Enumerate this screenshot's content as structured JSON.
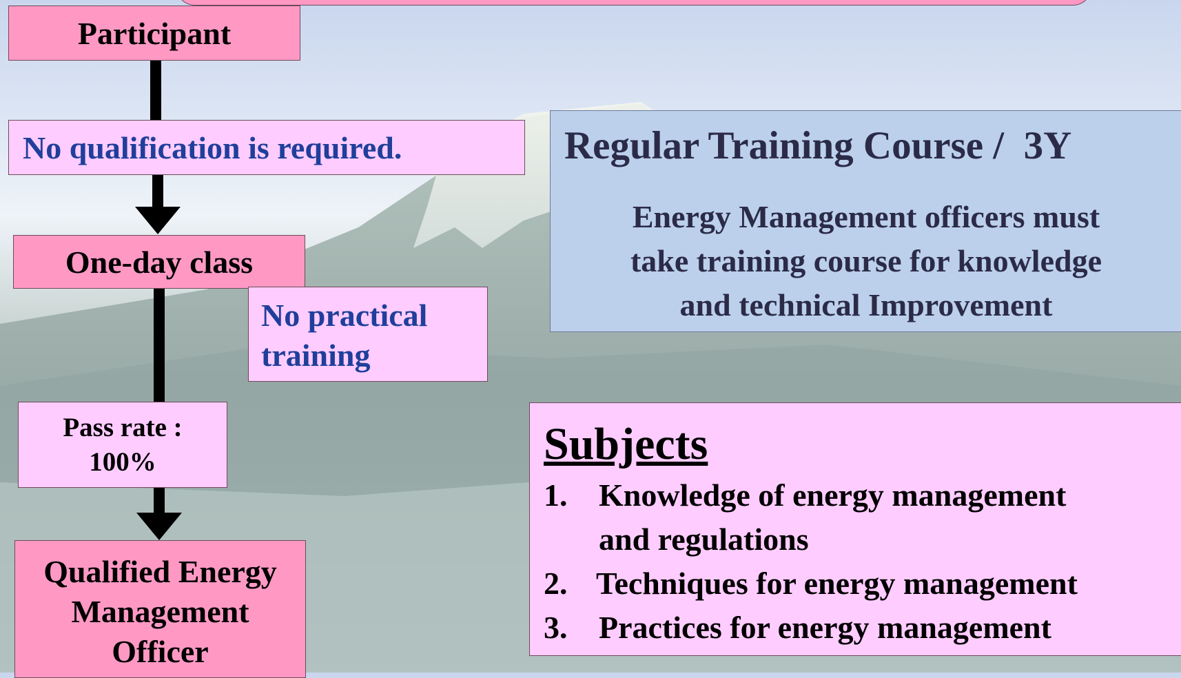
{
  "flow": {
    "participant": "Participant",
    "qualification_note": "No qualification is required.",
    "class_step": "One-day class",
    "training_note_line1": "No practical",
    "training_note_line2": "training",
    "pass_rate_line1": "Pass rate :",
    "pass_rate_line2": "100%",
    "result_line1": "Qualified Energy",
    "result_line2": "Management",
    "result_line3": "Officer"
  },
  "course": {
    "title": "Regular Training Course /  3Y",
    "desc_line1": "Energy Management officers must",
    "desc_line2": "take training course for knowledge",
    "desc_line3": "and technical Improvement"
  },
  "subjects": {
    "title": "Subjects",
    "items": [
      {
        "num": "1.",
        "line1": "Knowledge of energy management",
        "line2": "and regulations"
      },
      {
        "num": "2.",
        "line1": "Techniques for energy management"
      },
      {
        "num": "3.",
        "line1": "Practices for energy management"
      }
    ]
  },
  "colors": {
    "box_pink": "#ff99c4",
    "box_light_pink": "#ffccff",
    "note_text_blue": "#1f3f9a",
    "course_box_blue": "#bcd0ec"
  }
}
